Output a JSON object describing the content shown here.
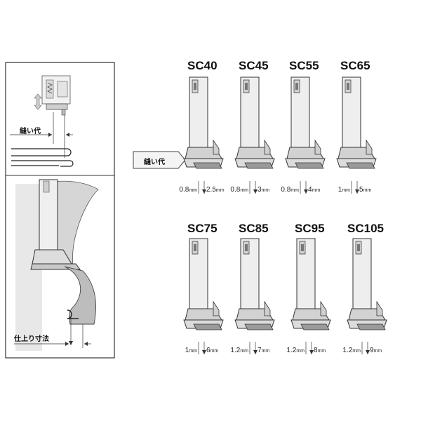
{
  "left_panel": {
    "seam_allowance_label": "縫い代",
    "finished_size_label": "仕上り寸法"
  },
  "callout": {
    "label": "縫い代"
  },
  "feet": [
    {
      "model": "SC40",
      "left": "0.8",
      "left_unit": "mm",
      "right": "2.5",
      "right_unit": "mm"
    },
    {
      "model": "SC45",
      "left": "0.8",
      "left_unit": "mm",
      "right": "3",
      "right_unit": "mm"
    },
    {
      "model": "SC55",
      "left": "0.8",
      "left_unit": "mm",
      "right": "4",
      "right_unit": "mm"
    },
    {
      "model": "SC65",
      "left": "1",
      "left_unit": "mm",
      "right": "5",
      "right_unit": "mm"
    },
    {
      "model": "SC75",
      "left": "1",
      "left_unit": "mm",
      "right": "6",
      "right_unit": "mm"
    },
    {
      "model": "SC85",
      "left": "1.2",
      "left_unit": "mm",
      "right": "7",
      "right_unit": "mm"
    },
    {
      "model": "SC95",
      "left": "1.2",
      "left_unit": "mm",
      "right": "8",
      "right_unit": "mm"
    },
    {
      "model": "SC105",
      "left": "1.2",
      "left_unit": "mm",
      "right": "9",
      "right_unit": "mm"
    }
  ],
  "colors": {
    "metal_light": "#eeeeee",
    "metal_mid": "#d2d2d2",
    "metal_dark": "#9a9a9a",
    "outline": "#333333"
  }
}
